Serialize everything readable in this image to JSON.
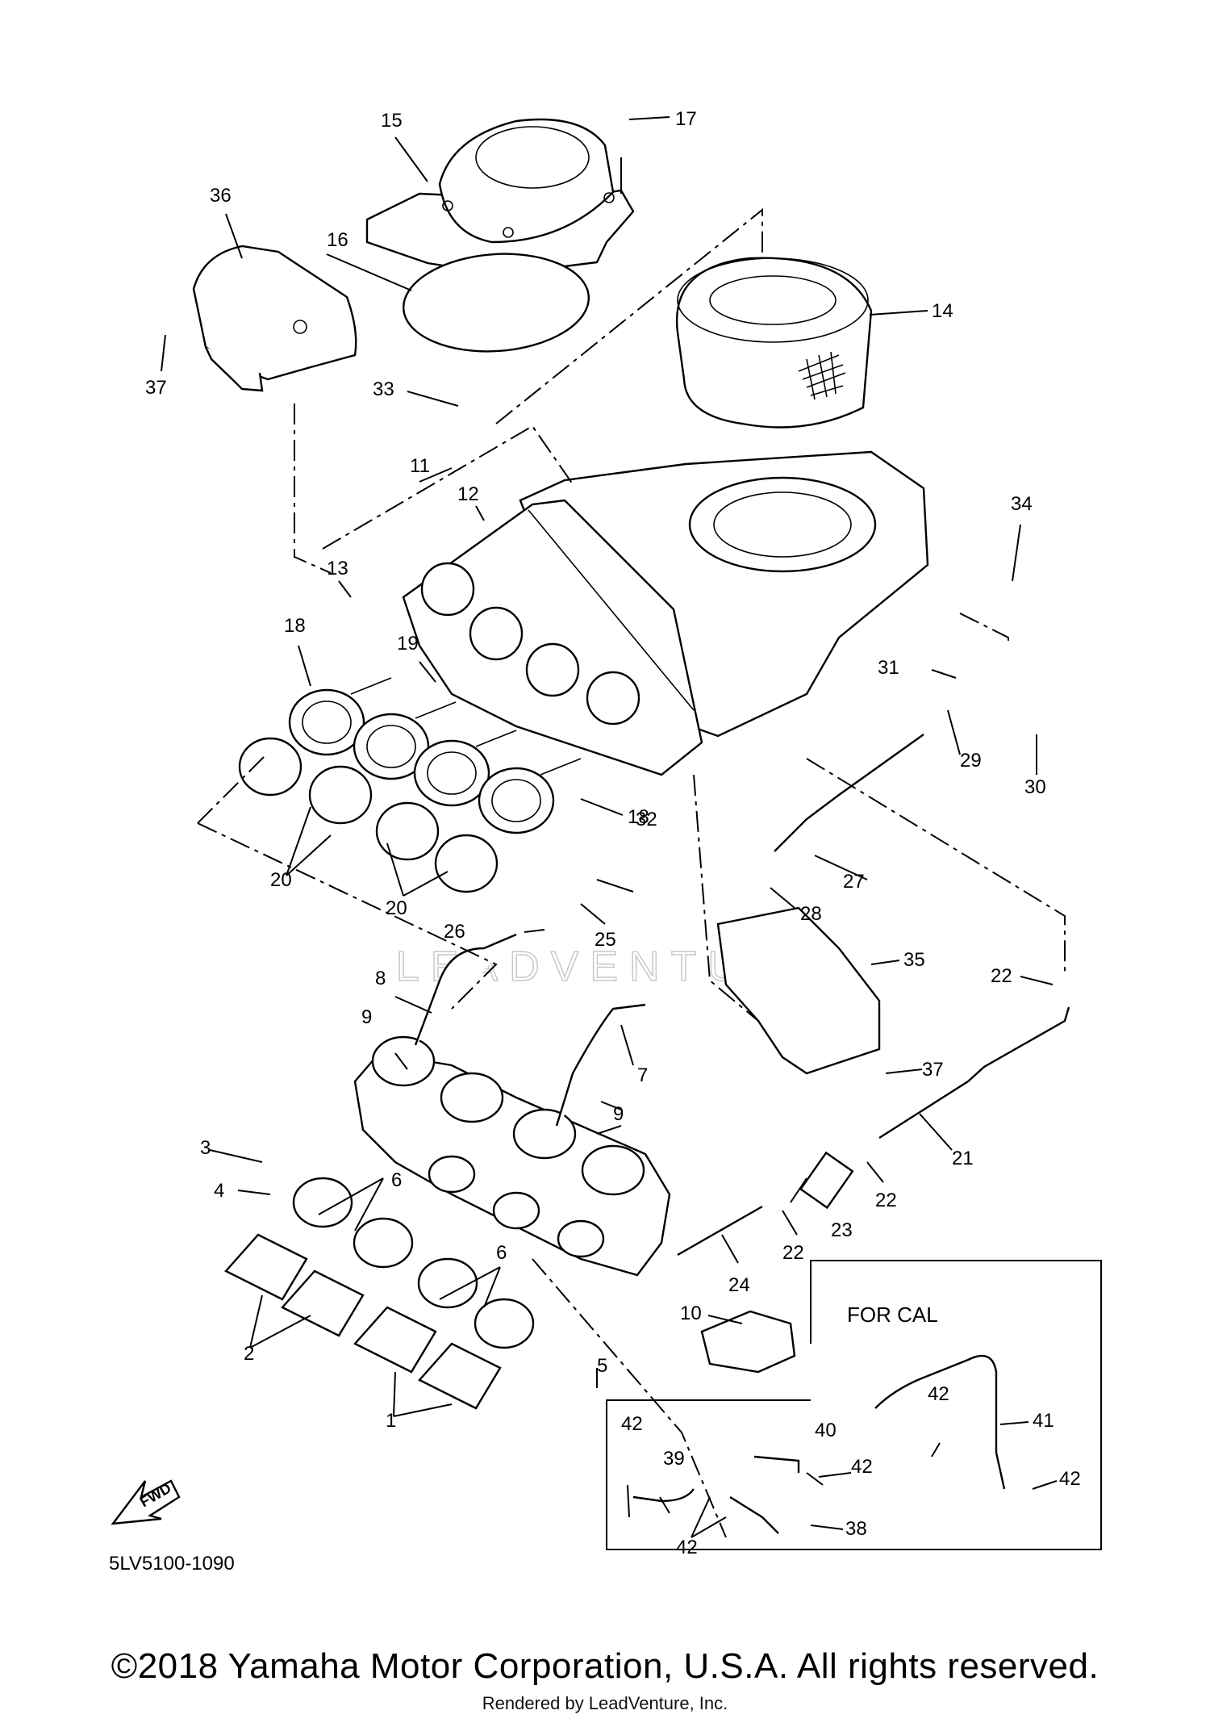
{
  "diagram": {
    "code": "5LV5100-1090",
    "fwd_label": "FWD",
    "for_cal_label": "FOR CAL",
    "watermark": "LEADVENTURE",
    "callouts": [
      {
        "id": "c1",
        "text": "1"
      },
      {
        "id": "c2",
        "text": "2"
      },
      {
        "id": "c3",
        "text": "3"
      },
      {
        "id": "c4",
        "text": "4"
      },
      {
        "id": "c5",
        "text": "5"
      },
      {
        "id": "c6a",
        "text": "6"
      },
      {
        "id": "c6b",
        "text": "6"
      },
      {
        "id": "c7",
        "text": "7"
      },
      {
        "id": "c8",
        "text": "8"
      },
      {
        "id": "c9a",
        "text": "9"
      },
      {
        "id": "c9b",
        "text": "9"
      },
      {
        "id": "c10",
        "text": "10"
      },
      {
        "id": "c11",
        "text": "11"
      },
      {
        "id": "c12",
        "text": "12"
      },
      {
        "id": "c13",
        "text": "13"
      },
      {
        "id": "c14",
        "text": "14"
      },
      {
        "id": "c15",
        "text": "15"
      },
      {
        "id": "c16",
        "text": "16"
      },
      {
        "id": "c17",
        "text": "17"
      },
      {
        "id": "c18a",
        "text": "18"
      },
      {
        "id": "c18b",
        "text": "18"
      },
      {
        "id": "c19",
        "text": "19"
      },
      {
        "id": "c20a",
        "text": "20"
      },
      {
        "id": "c20b",
        "text": "20"
      },
      {
        "id": "c21",
        "text": "21"
      },
      {
        "id": "c22a",
        "text": "22"
      },
      {
        "id": "c22b",
        "text": "22"
      },
      {
        "id": "c22c",
        "text": "22"
      },
      {
        "id": "c23",
        "text": "23"
      },
      {
        "id": "c24",
        "text": "24"
      },
      {
        "id": "c25",
        "text": "25"
      },
      {
        "id": "c26",
        "text": "26"
      },
      {
        "id": "c27",
        "text": "27"
      },
      {
        "id": "c28",
        "text": "28"
      },
      {
        "id": "c29",
        "text": "29"
      },
      {
        "id": "c30",
        "text": "30"
      },
      {
        "id": "c31",
        "text": "31"
      },
      {
        "id": "c32",
        "text": "32"
      },
      {
        "id": "c33",
        "text": "33"
      },
      {
        "id": "c34",
        "text": "34"
      },
      {
        "id": "c35",
        "text": "35"
      },
      {
        "id": "c36",
        "text": "36"
      },
      {
        "id": "c37a",
        "text": "37"
      },
      {
        "id": "c37b",
        "text": "37"
      },
      {
        "id": "c38",
        "text": "38"
      },
      {
        "id": "c39",
        "text": "39"
      },
      {
        "id": "c40",
        "text": "40"
      },
      {
        "id": "c41",
        "text": "41"
      },
      {
        "id": "c42a",
        "text": "42"
      },
      {
        "id": "c42b",
        "text": "42"
      },
      {
        "id": "c42c",
        "text": "42"
      },
      {
        "id": "c42d",
        "text": "42"
      },
      {
        "id": "c42e",
        "text": "42"
      }
    ]
  },
  "footer": {
    "copyright": "©2018 Yamaha Motor Corporation, U.S.A. All rights reserved.",
    "rendered_by": "Rendered by LeadVenture, Inc."
  }
}
